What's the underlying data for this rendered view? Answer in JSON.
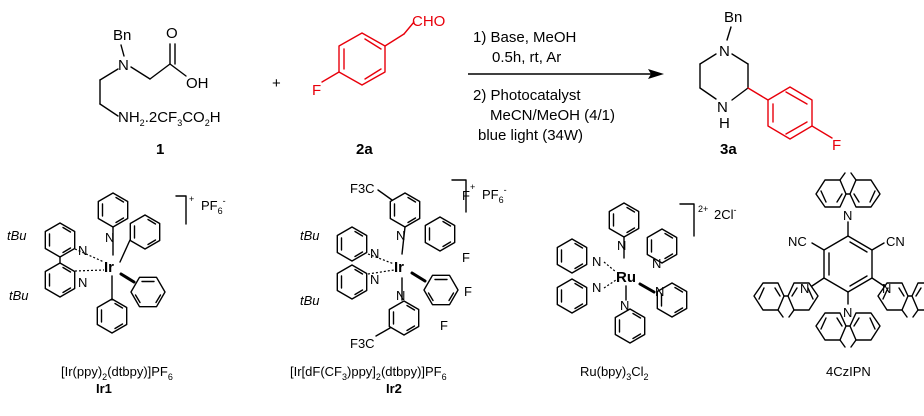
{
  "reaction": {
    "compound1": {
      "bn": "Bn",
      "n": "N",
      "o": "O",
      "oh": "OH",
      "amine": "NH",
      "amine_sub": "2",
      "salt_a": ".2CF",
      "salt_sub1": "3",
      "salt_b": "CO",
      "salt_sub2": "2",
      "salt_c": "H",
      "label": "1"
    },
    "plus": "+",
    "compound2": {
      "cho": "CHO",
      "f": "F",
      "label": "2a"
    },
    "conditions": {
      "step1_line1": "1) Base, MeOH",
      "step1_line2": "0.5h, rt, Ar",
      "step2_line1": "2) Photocatalyst",
      "step2_line2": "MeCN/MeOH (4/1)",
      "step2_line3": "blue light (34W)"
    },
    "product": {
      "bn": "Bn",
      "n_top": "N",
      "nh_n": "N",
      "nh_h": "H",
      "f": "F",
      "label": "3a"
    }
  },
  "catalysts": [
    {
      "ir": "Ir",
      "tbu_top": "tBu",
      "tbu_bottom": "tBu",
      "n_atom": "N",
      "charge": "+",
      "counterion": "PF",
      "counterion_sub": "6",
      "counterion_sup": "-",
      "formula_a": "[Ir(ppy)",
      "formula_sub1": "2",
      "formula_b": "(dtbpy)]PF",
      "formula_sub2": "6",
      "label": "Ir1"
    },
    {
      "ir": "Ir",
      "tbu_top": "tBu",
      "tbu_bottom": "tBu",
      "cf3_top": "F3C",
      "cf3_bottom": "F3C",
      "f_atom": "F",
      "n_atom": "N",
      "charge": "+",
      "counterion": "PF",
      "counterion_sub": "6",
      "counterion_sup": "-",
      "formula_a": "[Ir[dF(CF",
      "formula_sub1": "3",
      "formula_b": ")ppy]",
      "formula_sub2": "2",
      "formula_c": "(dtbpy)]PF",
      "formula_sub3": "6",
      "label": "Ir2"
    },
    {
      "ru": "Ru",
      "n_atom": "N",
      "charge": "2+",
      "counterion": "2Cl",
      "counterion_sup": "-",
      "formula_a": "Ru(bpy)",
      "formula_sub1": "3",
      "formula_b": "Cl",
      "formula_sub2": "2"
    },
    {
      "cn": "CN",
      "nc": "NC",
      "n_atom": "N",
      "formula": "4CzIPN"
    }
  ]
}
